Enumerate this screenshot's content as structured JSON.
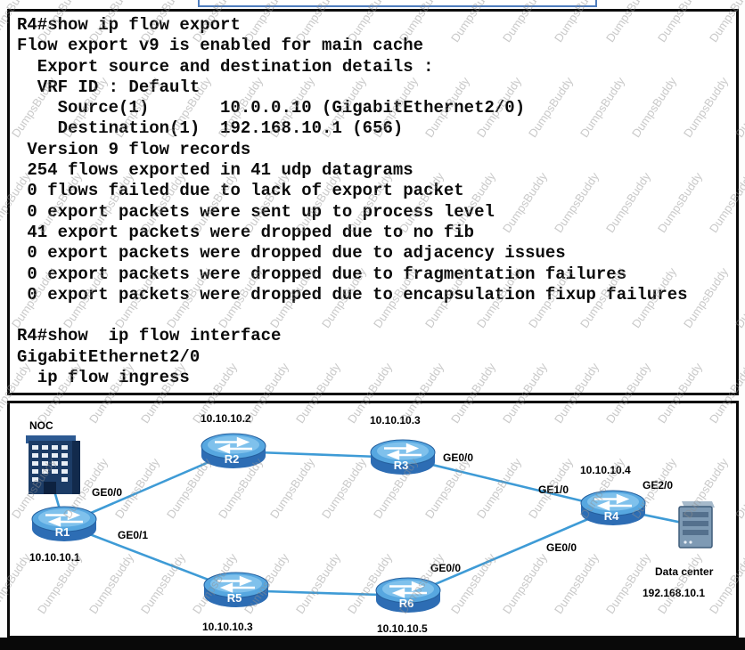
{
  "watermark": {
    "text": "DumpsBuddy"
  },
  "colors": {
    "panel_border": "#090909",
    "link_blue": "#3e9bd6",
    "router_body": "#2d6db4",
    "router_top": "#57a7e0",
    "building_navy": "#1c3c66",
    "crop_box_border": "#4f7dbd"
  },
  "terminal": {
    "lines": [
      "R4#show ip flow export",
      "Flow export v9 is enabled for main cache",
      "  Export source and destination details :",
      "  VRF ID : Default",
      "    Source(1)       10.0.0.10 (GigabitEthernet2/0)",
      "    Destination(1)  192.168.10.1 (656)",
      " Version 9 flow records",
      " 254 flows exported in 41 udp datagrams",
      " 0 flows failed due to lack of export packet",
      " 0 export packets were sent up to process level",
      " 41 export packets were dropped due to no fib",
      " 0 export packets were dropped due to adjacency issues",
      " 0 export packets were dropped due to fragmentation failures",
      " 0 export packets were dropped due to encapsulation fixup failures",
      "",
      "R4#show  ip flow interface",
      "GigabitEthernet2/0",
      "  ip flow ingress"
    ]
  },
  "diagram": {
    "noc_label": "NOC",
    "datacenter_label": "Data center",
    "datacenter_ip": "192.168.10.1",
    "routers": [
      {
        "name": "R1",
        "ip": "10.10.10.1"
      },
      {
        "name": "R2",
        "ip": "10.10.10.2"
      },
      {
        "name": "R3",
        "ip": "10.10.10.3"
      },
      {
        "name": "R4",
        "ip": "10.10.10.4"
      },
      {
        "name": "R5",
        "ip": "10.10.10.3"
      },
      {
        "name": "R6",
        "ip": "10.10.10.5"
      }
    ],
    "interfaces": {
      "r1_to_r2": "GE0/0",
      "r1_to_r5": "GE0/1",
      "r3_to_r4": "GE0/0",
      "r4_to_r3": "GE1/0",
      "r4_to_dc": "GE2/0",
      "r4_to_r6": "GE0/0",
      "r6_to_r4": "GE0/0"
    }
  }
}
